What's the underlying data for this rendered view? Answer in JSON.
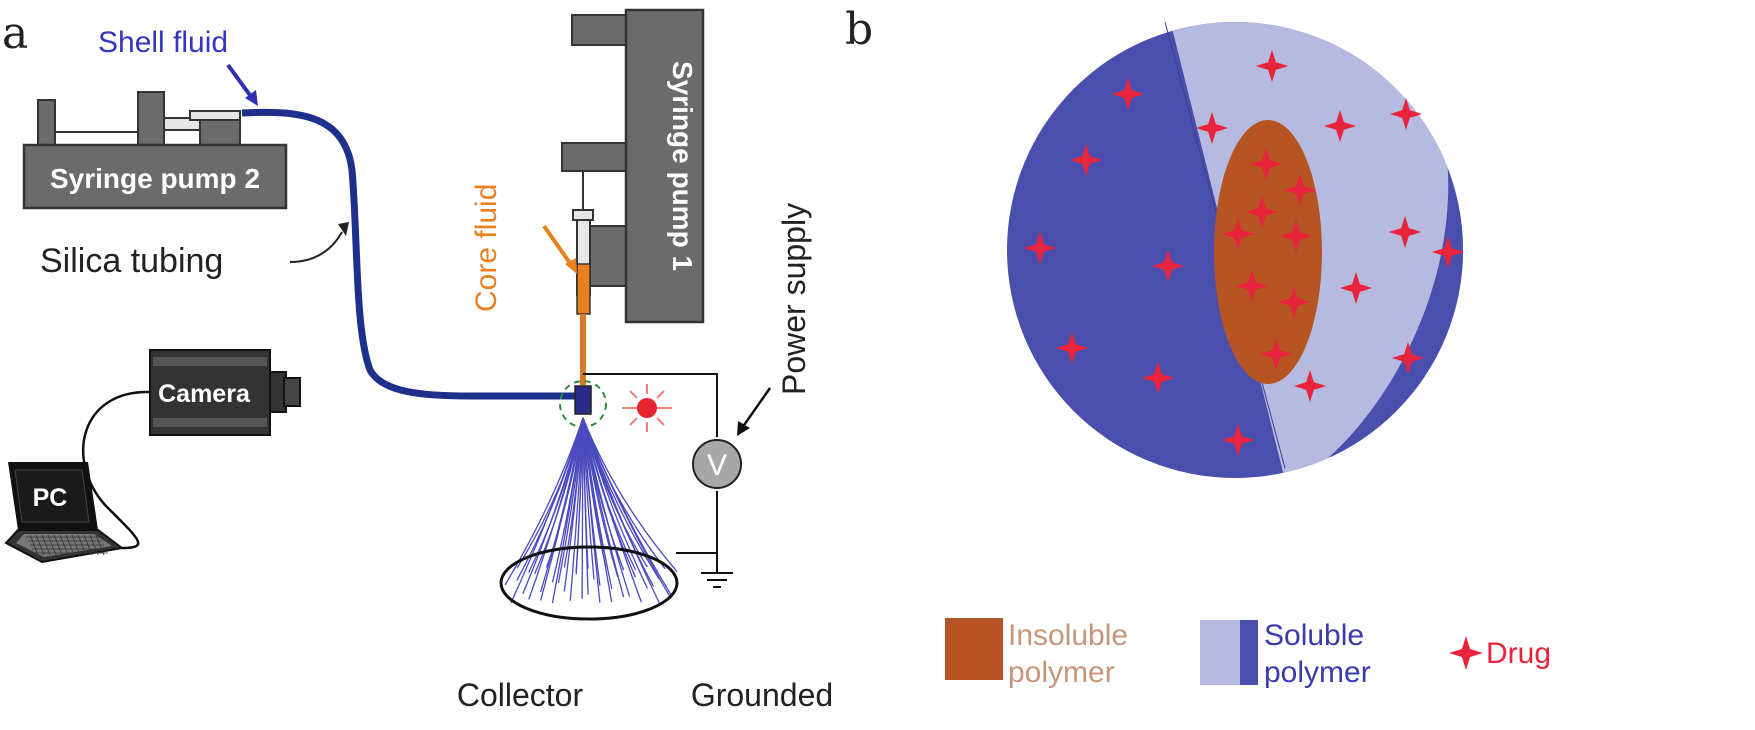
{
  "panel_a": {
    "label": "a",
    "shell_fluid": "Shell fluid",
    "syringe_pump_2": "Syringe pump 2",
    "silica_tubing": "Silica tubing",
    "syringe_pump_1": "Syringe pump 1",
    "core_fluid": "Core fluid",
    "power_supply": "Power supply",
    "voltmeter_symbol": "V",
    "camera": "Camera",
    "pc": "PC",
    "collector": "Collector",
    "grounded": "Grounded"
  },
  "panel_b": {
    "label": "b",
    "legend": {
      "insoluble_line1": "Insoluble",
      "insoluble_line2": "polymer",
      "soluble_line1": "Soluble",
      "soluble_line2": "polymer",
      "drug": "Drug"
    }
  },
  "colors": {
    "shell_blue": "#2F2FB4",
    "soluble_dark": "#4A4FAE",
    "soluble_light": "#B6B9E0",
    "insoluble": "#B65424",
    "core_orange": "#E8801E",
    "drug_red": "#E8243C",
    "pump_gray": "#6B6B6B",
    "insoluble_text": "#C8967A",
    "soluble_text": "#3A3AAA"
  }
}
